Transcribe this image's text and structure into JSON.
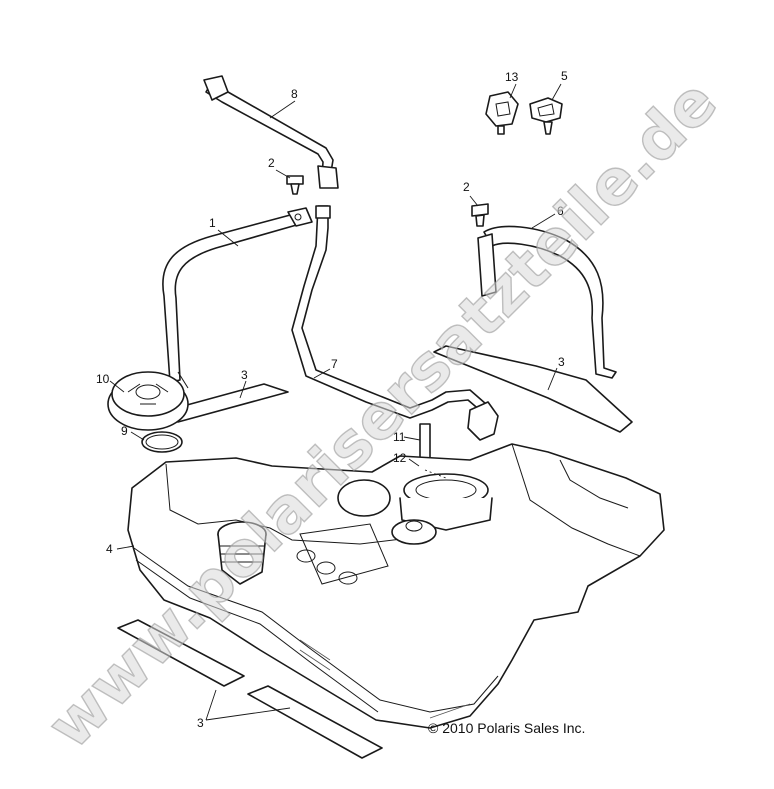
{
  "callouts": {
    "c1": "1",
    "c2a": "2",
    "c2b": "2",
    "c3a": "3",
    "c3b": "3",
    "c3c": "3",
    "c4": "4",
    "c5": "5",
    "c6": "6",
    "c7": "7",
    "c8": "8",
    "c9": "9",
    "c10": "10",
    "c11": "11",
    "c12": "12",
    "c13": "13"
  },
  "copyright": "© 2010 Polaris Sales Inc.",
  "watermark": "www.polarisersatzteile.de",
  "colors": {
    "line": "#1a1a1a",
    "watermark": "#d8d8d8"
  }
}
